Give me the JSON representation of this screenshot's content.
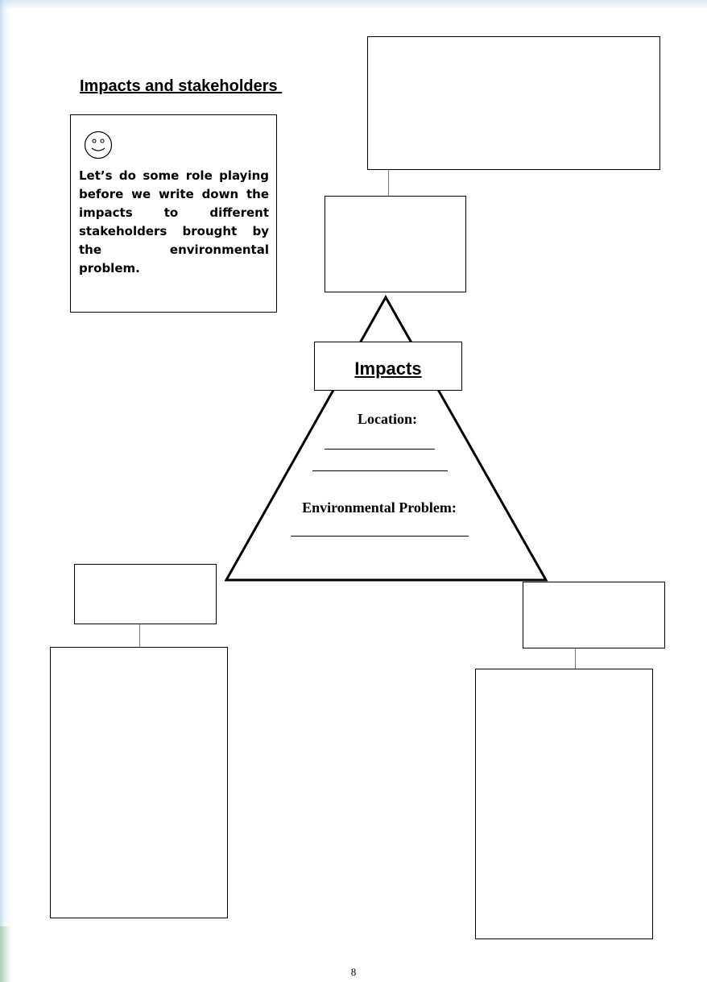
{
  "heading": "Impacts and stakeholders ",
  "note": {
    "icon": "smiley-face-icon",
    "text": "Let’s do some role playing before we write down the impacts to different stakeholders brought by the environmental problem."
  },
  "pyramid": {
    "title": "Impacts",
    "location_label": "Location:",
    "problem_label": "Environmental Problem:"
  },
  "page_number": "8"
}
